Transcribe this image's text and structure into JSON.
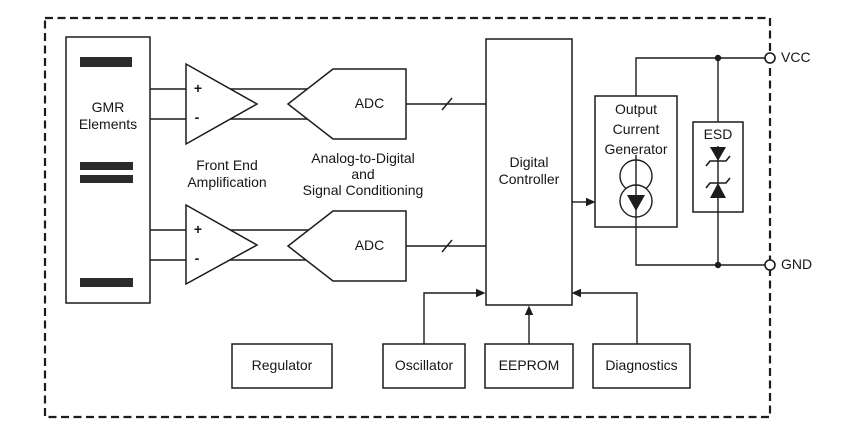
{
  "gmr": {
    "line1": "GMR",
    "line2": "Elements"
  },
  "amp": {
    "plus": "+",
    "minus": "-",
    "label_line1": "Front End",
    "label_line2": "Amplification"
  },
  "adc": {
    "label": "ADC",
    "caption_line1": "Analog-to-Digital",
    "caption_line2": "and",
    "caption_line3": "Signal Conditioning"
  },
  "controller": {
    "line1": "Digital",
    "line2": "Controller"
  },
  "ocg": {
    "line1": "Output",
    "line2": "Current",
    "line3": "Generator"
  },
  "esd": {
    "label": "ESD"
  },
  "power": {
    "vcc": "VCC",
    "gnd": "GND"
  },
  "bottom": {
    "regulator": "Regulator",
    "oscillator": "Oscillator",
    "eeprom": "EEPROM",
    "diagnostics": "Diagnostics"
  },
  "colors": {
    "line": "#1c1c1c",
    "bar": "#2b2b2b",
    "background": "#ffffff"
  }
}
